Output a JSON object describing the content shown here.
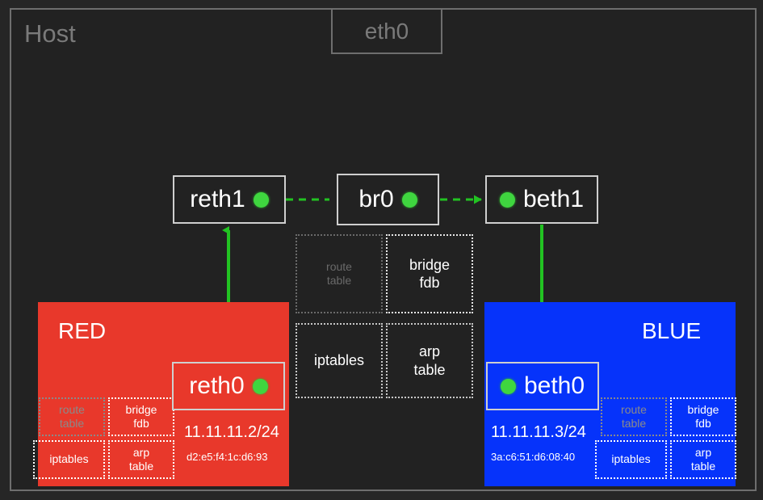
{
  "host": {
    "label": "Host",
    "eth0": {
      "label": "eth0"
    },
    "tables": {
      "route": "route\ntable",
      "route_line1": "route",
      "route_line2": "table",
      "bridge_line1": "bridge",
      "bridge_line2": "fdb",
      "iptables": "iptables",
      "arp_line1": "arp",
      "arp_line2": "table"
    }
  },
  "bridge": {
    "label": "br0"
  },
  "veth": {
    "reth1": "reth1",
    "beth1": "beth1"
  },
  "namespaces": [
    {
      "name": "RED",
      "color": "#e8382b",
      "iface": "reth0",
      "ip": "11.11.11.2/24",
      "mac": "d2:e5:f4:1c:d6:93",
      "tables": {
        "route_line1": "route",
        "route_line2": "table",
        "bridge_line1": "bridge",
        "bridge_line2": "fdb",
        "iptables": "iptables",
        "arp_line1": "arp",
        "arp_line2": "table"
      }
    },
    {
      "name": "BLUE",
      "color": "#0633fa",
      "iface": "beth0",
      "ip": "11.11.11.3/24",
      "mac": "3a:c6:51:d6:08:40",
      "tables": {
        "route_line1": "route",
        "route_line2": "table",
        "bridge_line1": "bridge",
        "bridge_line2": "fdb",
        "iptables": "iptables",
        "arp_line1": "arp",
        "arp_line2": "table"
      }
    }
  ],
  "colors": {
    "background": "#262626",
    "host_fill": "#222222",
    "host_border": "#6e6e6e",
    "link_green": "#22c322",
    "node_border": "#cfcfcf",
    "text_white": "#ffffff",
    "text_muted": "#7a7a7a"
  },
  "links": [
    {
      "from": "reth1",
      "to": "br0",
      "style": "dashed"
    },
    {
      "from": "br0",
      "to": "beth1",
      "style": "dashed"
    },
    {
      "from": "reth0",
      "to": "reth1",
      "style": "solid"
    },
    {
      "from": "beth1",
      "to": "beth0",
      "style": "solid"
    }
  ]
}
